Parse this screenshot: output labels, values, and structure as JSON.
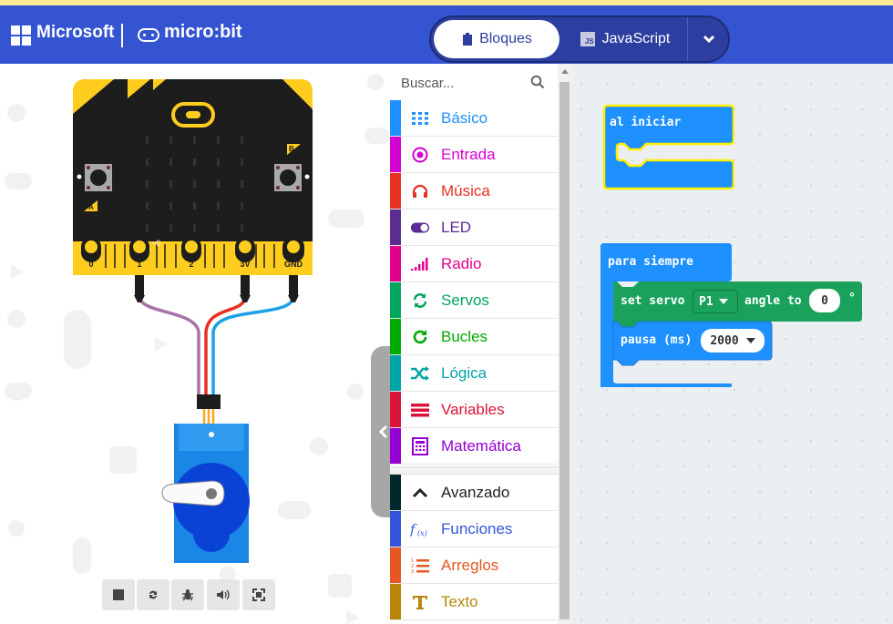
{
  "header": {
    "microsoft_label": "Microsoft",
    "microbit_label": "micro:bit",
    "tabs": {
      "blocks": "Bloques",
      "javascript": "JavaScript",
      "js_badge": "JS"
    }
  },
  "simulator": {
    "board": {
      "button_a": "A",
      "button_b": "B",
      "pins": [
        "0",
        "1",
        "2",
        "3V",
        "GND"
      ],
      "pin1_annotation": "~0"
    },
    "controls": [
      "stop-icon",
      "restart-icon",
      "debug-icon",
      "audio-icon",
      "fullscreen-icon"
    ]
  },
  "toolbox": {
    "search_placeholder": "Buscar...",
    "categories": [
      {
        "label": "Básico",
        "color": "#1e90ff",
        "icon": "grid-icon"
      },
      {
        "label": "Entrada",
        "color": "#d400d4",
        "icon": "radio-target-icon"
      },
      {
        "label": "Música",
        "color": "#e63022",
        "icon": "headphones-icon"
      },
      {
        "label": "LED",
        "color": "#5c2d91",
        "icon": "toggle-icon"
      },
      {
        "label": "Radio",
        "color": "#e3008c",
        "icon": "signal-bars-icon"
      },
      {
        "label": "Servos",
        "color": "#00a65c",
        "icon": "refresh-icon"
      },
      {
        "label": "Bucles",
        "color": "#00aa00",
        "icon": "loop-icon"
      },
      {
        "label": "Lógica",
        "color": "#00a4a6",
        "icon": "shuffle-icon"
      },
      {
        "label": "Variables",
        "color": "#dc143c",
        "icon": "list-lines-icon"
      },
      {
        "label": "Matemática",
        "color": "#9400d3",
        "icon": "calculator-icon"
      }
    ],
    "advanced": [
      {
        "label": "Avanzado",
        "color": "#00272b",
        "text_color": "#222222",
        "icon": "chevron-up-icon"
      },
      {
        "label": "Funciones",
        "color": "#3455db",
        "icon": "function-icon"
      },
      {
        "label": "Arreglos",
        "color": "#e65722",
        "icon": "numbered-list-icon"
      },
      {
        "label": "Texto",
        "color": "#b8860b",
        "icon": "text-icon"
      }
    ]
  },
  "workspace": {
    "on_start": {
      "label": "al iniciar"
    },
    "forever": {
      "label": "para siempre",
      "set_servo": {
        "prefix": "set servo",
        "pin": "P1",
        "middle": "angle to",
        "value": "0",
        "suffix": "°"
      },
      "pause": {
        "prefix": "pausa (ms)",
        "value": "2000"
      }
    },
    "colors": {
      "basic": "#1e90ff",
      "servos": "#1aa25c",
      "highlight": "#ffef00"
    }
  }
}
